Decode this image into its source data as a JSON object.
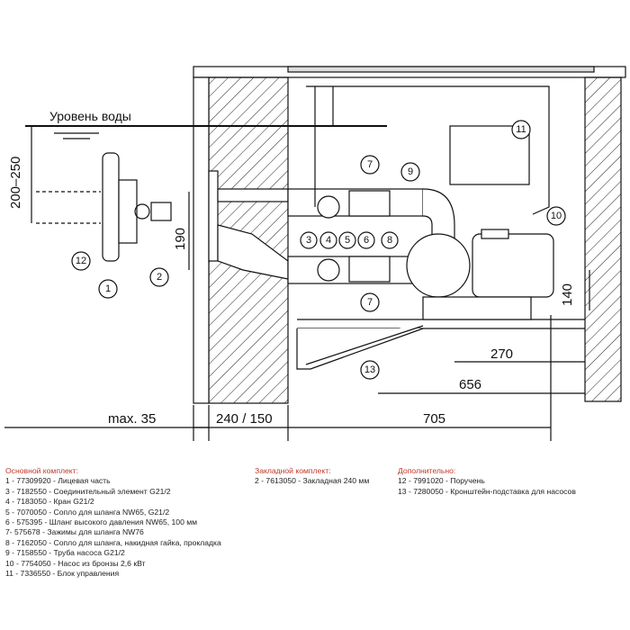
{
  "diagram": {
    "water_level": "Уровень воды",
    "dims": {
      "d200_250": "200–250",
      "d190": "190",
      "d140": "140",
      "d270": "270",
      "d656": "656",
      "max35": "max. 35",
      "d240_150": "240 / 150",
      "d705": "705"
    },
    "callouts": [
      "1",
      "2",
      "3",
      "4",
      "5",
      "6",
      "7",
      "7",
      "8",
      "9",
      "10",
      "11",
      "12",
      "13"
    ]
  },
  "legend": {
    "main": {
      "title": "Основной комплект:",
      "items": [
        "1 - 77309920 - Лицевая часть",
        "3 - 7182550 - Соединительный элемент G21/2",
        "4 - 7183050 - Кран G21/2",
        "5 - 7070050 - Сопло для шланга NW65, G21/2",
        "6 - 575395 - Шланг высокого давления NW65, 100 мм",
        "7- 575678 - Зажимы для шланга NW76",
        "8 - 7162050 - Сопло для шланга, накидная гайка, прокладка",
        "9 - 7158550 - Труба насоса G21/2",
        "10 - 7754050 - Насос из бронзы 2,6 кВт",
        "11 - 7336550 - Блок управления"
      ]
    },
    "embedded": {
      "title": "Закладной комплект:",
      "items": [
        "2 - 7613050 - Закладная 240 мм"
      ]
    },
    "optional": {
      "title": "Дополнительно:",
      "items": [
        "12 - 7991020 - Поручень",
        "13 - 7280050 - Кронштейн-подставка для насосов"
      ]
    }
  },
  "colors": {
    "heading": "#c0392b",
    "line": "#111111"
  }
}
